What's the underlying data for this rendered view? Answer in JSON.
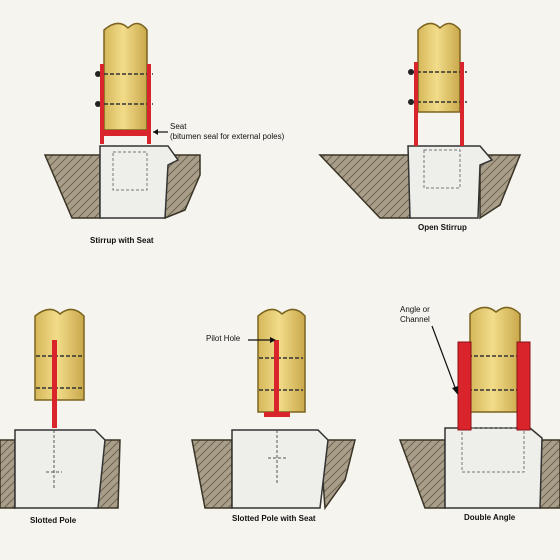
{
  "colors": {
    "pole": "#e8cd72",
    "pole_stroke": "#7a6420",
    "concrete": "#eeeeea",
    "soil": "#a89e8a",
    "steel": "#d9242c",
    "background": "#f6f4ee"
  },
  "panels": [
    {
      "caption": "Stirrup with Seat"
    },
    {
      "caption": "Open Stirrup"
    },
    {
      "caption": "Slotted Pole"
    },
    {
      "caption": "Slotted Pole with Seat"
    },
    {
      "caption": "Double Angle"
    }
  ],
  "annotations": {
    "seat_line1": "Seat",
    "seat_line2": "(bitumen seal for external poles)",
    "pilot_hole": "Pilot Hole",
    "angle_line1": "Angle or",
    "angle_line2": "Channel"
  }
}
